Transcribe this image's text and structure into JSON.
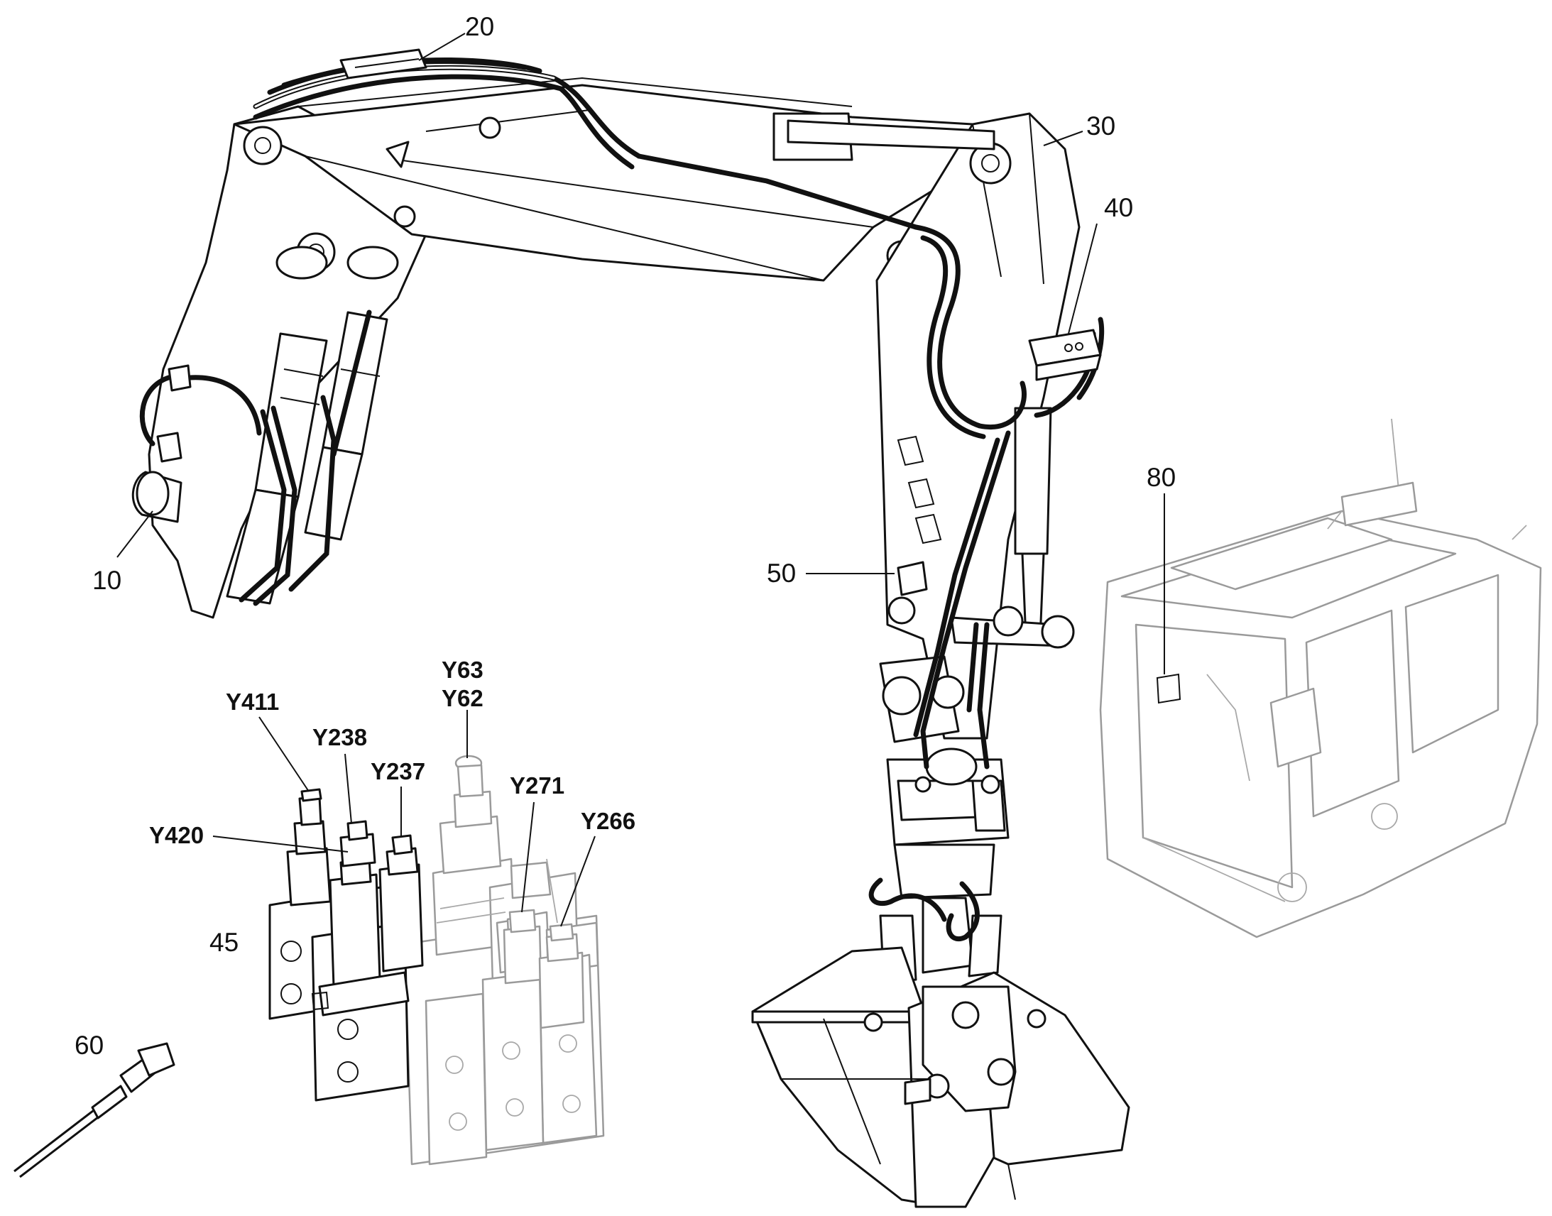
{
  "callouts": {
    "c10": "10",
    "c20": "20",
    "c30": "30",
    "c40": "40",
    "c45": "45",
    "c50": "50",
    "c60": "60",
    "c80": "80"
  },
  "valve_codes": {
    "y411": "Y411",
    "y238": "Y238",
    "y237": "Y237",
    "y63": "Y63",
    "y62": "Y62",
    "y271": "Y271",
    "y266": "Y266",
    "y420": "Y420"
  }
}
